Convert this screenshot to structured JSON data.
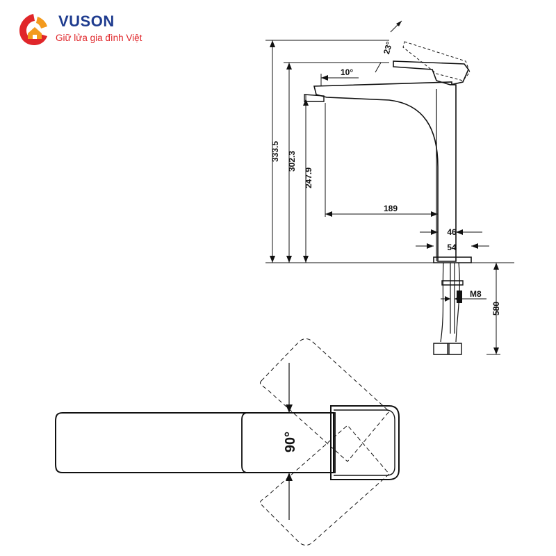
{
  "brand": {
    "name": "VUSON",
    "tagline": "Giữ lửa gia đình Việt",
    "colors": {
      "primary": "#1f3c8f",
      "accent": "#e0262a",
      "flame": "#f39a1e"
    }
  },
  "side_view": {
    "angles": {
      "handle_tilt": "23°",
      "spout_tilt": "10°"
    },
    "heights": {
      "total": "333.5",
      "handle": "302.3",
      "spout": "247.9"
    },
    "spout_reach": "189",
    "body_width": "46",
    "base_width": "54",
    "thread": "M8",
    "hose_length": "580"
  },
  "top_view": {
    "rotation_angle": "90°"
  }
}
